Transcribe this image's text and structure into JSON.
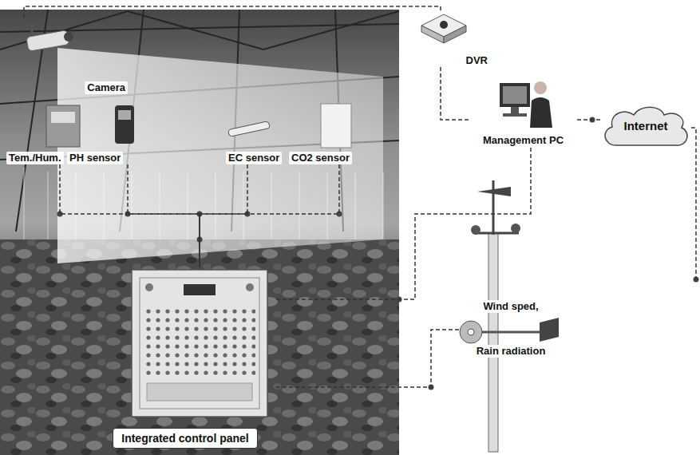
{
  "diagram": {
    "nodes": [
      {
        "text": [
          "Camera"
        ]
      },
      {
        "text": [
          "Tem./Hum."
        ]
      },
      {
        "text": [
          "PH sensor"
        ]
      },
      {
        "text": [
          "EC sensor"
        ]
      },
      {
        "text": [
          "CO2 sensor"
        ]
      },
      {
        "text": [
          "Integrated control panel"
        ]
      },
      {
        "text": [
          "DVR"
        ]
      },
      {
        "text": [
          "Management PC"
        ]
      },
      {
        "text": [
          "Internet"
        ]
      },
      {
        "text": [
          "Wind sped,",
          "Rain radiation"
        ]
      }
    ],
    "edges": [
      {
        "from": 0,
        "to": 6,
        "arrow": "none"
      },
      {
        "from": 1,
        "to": 5,
        "arrow": "none"
      },
      {
        "from": 2,
        "to": 5,
        "arrow": "none"
      },
      {
        "from": 3,
        "to": 5,
        "arrow": "none"
      },
      {
        "from": 4,
        "to": 5,
        "arrow": "none"
      },
      {
        "from": 6,
        "to": 7,
        "arrow": "none"
      },
      {
        "from": 7,
        "to": 8,
        "arrow": "none"
      },
      {
        "from": 5,
        "to": 7,
        "arrow": "none"
      },
      {
        "from": 9,
        "to": 5,
        "arrow": "none"
      }
    ]
  }
}
